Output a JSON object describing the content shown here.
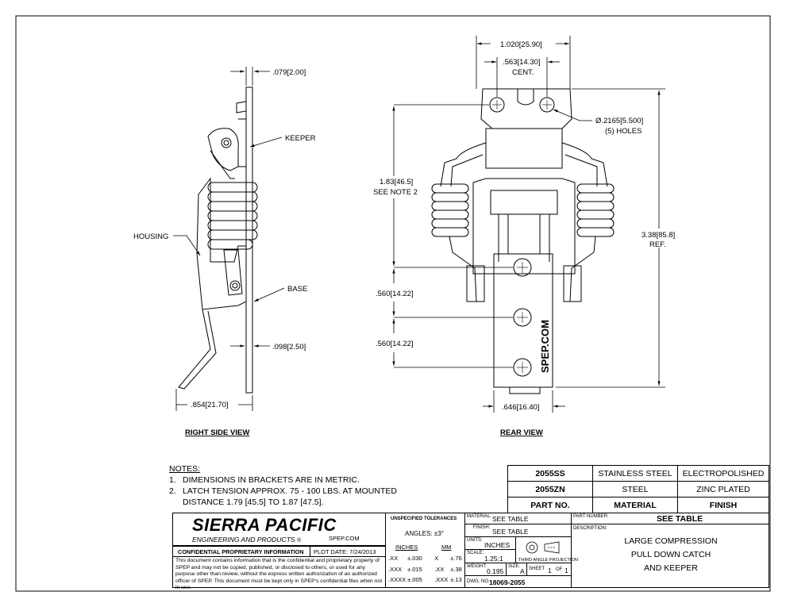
{
  "dimensions": {
    "top_width": "1.020[25.90]",
    "center_spacing_1": ".563[14.30]",
    "center_spacing_2": "CENT.",
    "hole_dia_1": "Ø.2165[5.500]",
    "hole_dia_2": "(5) HOLES",
    "keeper_thickness": ".079[2.00]",
    "keeper_label": "KEEPER",
    "housing_label": "HOUSING",
    "base_label": "BASE",
    "base_thickness": ".098[2.50]",
    "side_width": ".854[21.70]",
    "height_1": "1.83[46.5]",
    "height_2": "SEE NOTE 2",
    "total_height_1": "3.38[85.8]",
    "total_height_2": "REF.",
    "hole_spacing_a": ".560[14.22]",
    "hole_spacing_b": ".560[14.22]",
    "base_width": ".646[16.40]",
    "brand_mark": "SPEP.COM"
  },
  "views": {
    "side": "RIGHT SIDE VIEW",
    "rear": "REAR VIEW"
  },
  "notes": {
    "heading": "NOTES:",
    "items": [
      {
        "num": "1.",
        "text": "DIMENSIONS IN BRACKETS ARE IN METRIC."
      },
      {
        "num": "2.",
        "text": "LATCH TENSION APPROX. 75 - 100 LBS. AT MOUNTED"
      },
      {
        "num": "",
        "text": "DISTANCE 1.79 [45.5] TO 1.87 [47.5]."
      }
    ]
  },
  "parts_table": {
    "rows": [
      [
        "2055SS",
        "STAINLESS STEEL",
        "ELECTROPOLISHED"
      ],
      [
        "2055ZN",
        "STEEL",
        "ZINC PLATED"
      ]
    ],
    "header": [
      "PART NO.",
      "MATERIAL",
      "FINISH"
    ]
  },
  "title_block": {
    "company": "SIERRA PACIFIC",
    "company_sub": "ENGINEERING AND PRODUCTS",
    "registered": "®",
    "website": "SPEP.COM",
    "confidential": "CONFIDENTIAL PROPRIETARY INFORMATION",
    "plot_date": "PLOT DATE: 7/24/2013",
    "confidential_text": "This document contains information that is the confidential and proprietary property of SPEP and may not be copied, published, or disclosed to others, or used for any purpose other than review, without the express written authorization of an authorized officer of SPEP. This document must be kept only in SPEP's confidential files when not in use.",
    "tol_title": "UNSPECIFIED TOLERANCES",
    "angles": "ANGLES: ±3°",
    "inches_head": "INCHES",
    "mm_head": "MM",
    "tol_rows": [
      [
        ".XX",
        "±.030",
        "X",
        "±.76"
      ],
      [
        ".XXX",
        "±.015",
        ".XX",
        "±.38"
      ],
      [
        ".XXXX",
        "±.005",
        ".XXX",
        "±.13"
      ]
    ],
    "material_label": "MATERIAL:",
    "material_value": "SEE TABLE",
    "finish_label": "FINISH:",
    "finish_value": "SEE TABLE",
    "units_label": "UNITS:",
    "units_value": "INCHES",
    "scale_label": "SCALE:",
    "scale_value": "1.25:1",
    "projection": "THIRD ANGLE PROJECTION",
    "weight_label": "WEIGHT:",
    "weight_value": "0.195",
    "size_label": "SIZE:",
    "size_value": "A",
    "sheet_label": "SHEET",
    "sheet_num": "1",
    "sheet_of": "OF",
    "sheet_total": "1",
    "dwg_label": "DWG. NO.",
    "dwg_value": "18069-2055",
    "part_number_label": "PART NUMBER:",
    "part_number_value": "SEE TABLE",
    "description_label": "DESCRIPTION:",
    "description_lines": [
      "LARGE COMPRESSION",
      "PULL DOWN CATCH",
      "AND KEEPER"
    ]
  }
}
